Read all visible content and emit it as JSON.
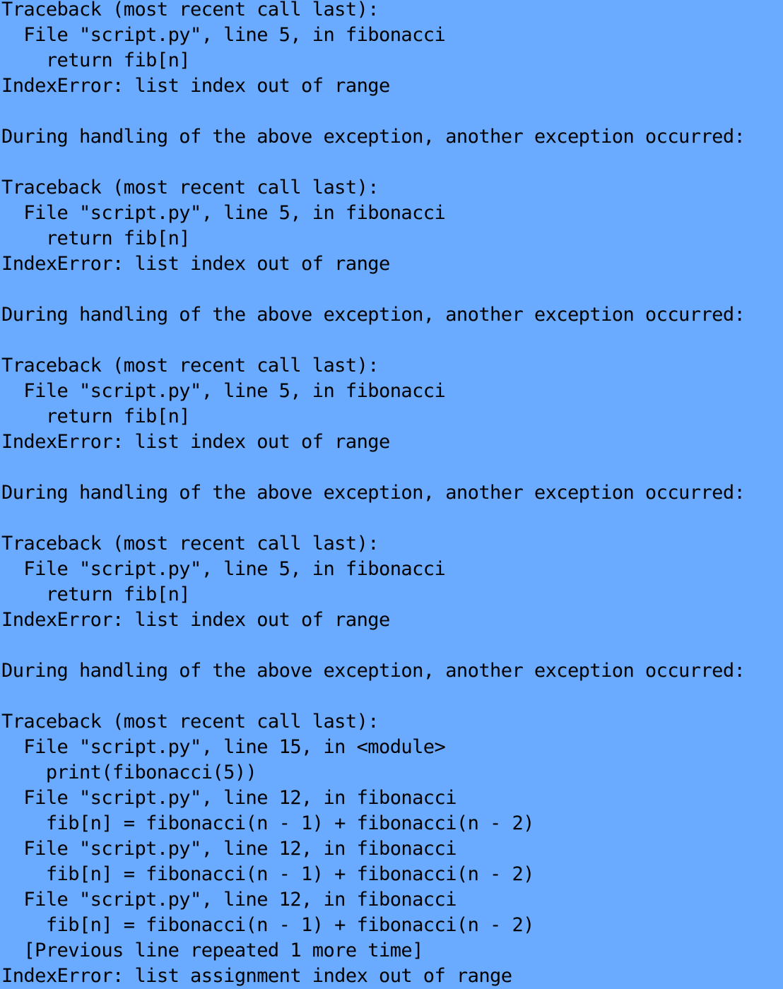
{
  "terminal": {
    "background": "#6aabff",
    "text_color": "#000000",
    "lines": [
      "Traceback (most recent call last):",
      "  File \"script.py\", line 5, in fibonacci",
      "    return fib[n]",
      "IndexError: list index out of range",
      "",
      "During handling of the above exception, another exception occurred:",
      "",
      "Traceback (most recent call last):",
      "  File \"script.py\", line 5, in fibonacci",
      "    return fib[n]",
      "IndexError: list index out of range",
      "",
      "During handling of the above exception, another exception occurred:",
      "",
      "Traceback (most recent call last):",
      "  File \"script.py\", line 5, in fibonacci",
      "    return fib[n]",
      "IndexError: list index out of range",
      "",
      "During handling of the above exception, another exception occurred:",
      "",
      "Traceback (most recent call last):",
      "  File \"script.py\", line 5, in fibonacci",
      "    return fib[n]",
      "IndexError: list index out of range",
      "",
      "During handling of the above exception, another exception occurred:",
      "",
      "Traceback (most recent call last):",
      "  File \"script.py\", line 15, in <module>",
      "    print(fibonacci(5))",
      "  File \"script.py\", line 12, in fibonacci",
      "    fib[n] = fibonacci(n - 1) + fibonacci(n - 2)",
      "  File \"script.py\", line 12, in fibonacci",
      "    fib[n] = fibonacci(n - 1) + fibonacci(n - 2)",
      "  File \"script.py\", line 12, in fibonacci",
      "    fib[n] = fibonacci(n - 1) + fibonacci(n - 2)",
      "  [Previous line repeated 1 more time]",
      "IndexError: list assignment index out of range"
    ]
  }
}
